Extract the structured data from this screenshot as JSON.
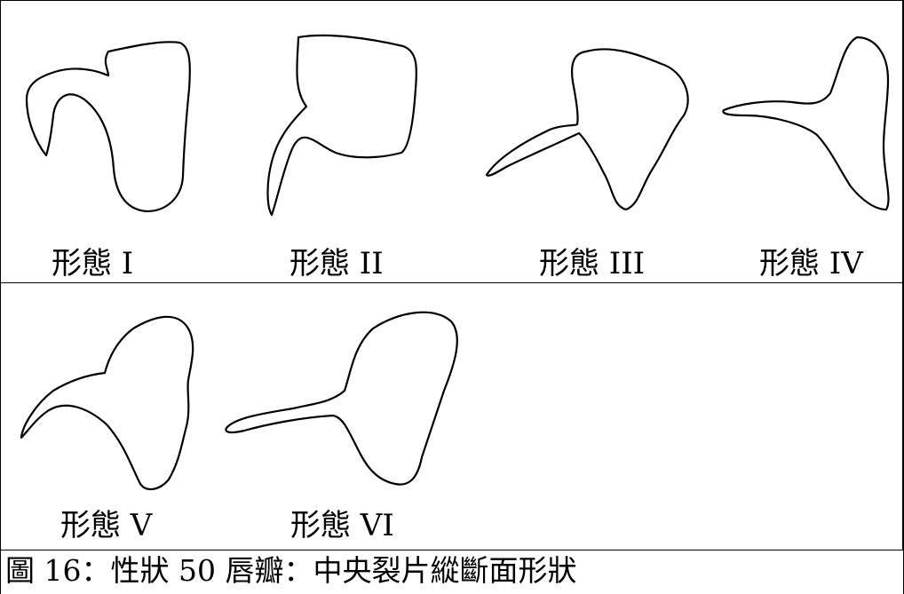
{
  "panels": {
    "form1": "形態 I",
    "form2": "形態 II",
    "form3": "形態 III",
    "form4": "形態 IV",
    "form5": "形態 V",
    "form6": "形態 VI"
  },
  "caption": "圖 16：性狀 50 唇瓣：中央裂片縱斷面形狀"
}
